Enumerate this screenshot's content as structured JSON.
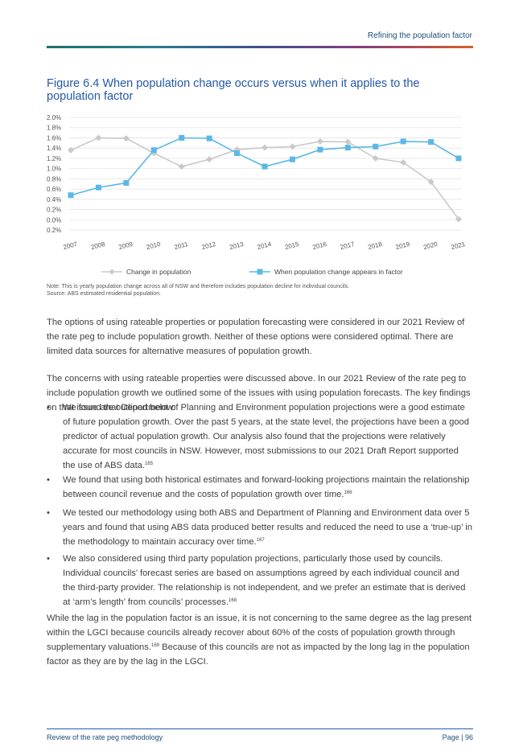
{
  "header": {
    "running_title": "Refining the population factor"
  },
  "figure": {
    "title": "Figure 6.4 When population change occurs versus when it applies to the population factor",
    "note": "Note: This is yearly population change across all of NSW and therefore includes population decline for individual councils.",
    "source": "Source: ABS estimated residential population."
  },
  "chart_data": {
    "type": "line",
    "categories": [
      "2007",
      "2008",
      "2009",
      "2010",
      "2011",
      "2012",
      "2013",
      "2014",
      "2015",
      "2016",
      "2017",
      "2018",
      "2019",
      "2020",
      "2021"
    ],
    "y_tick_labels": [
      "2.0%",
      "1.8%",
      "1.6%",
      "1.4%",
      "1.2%",
      "1.0%",
      "0.8%",
      "0.6%",
      "0.4%",
      "0.2%",
      "0.0%",
      "0.2%"
    ],
    "ylim": [
      -0.2,
      2.0
    ],
    "grid": true,
    "legend_position": "bottom",
    "series": [
      {
        "name": "Change in population",
        "color": "#c9c9c9",
        "values": [
          1.36,
          1.6,
          1.59,
          1.3,
          1.04,
          1.18,
          1.37,
          1.41,
          1.43,
          1.53,
          1.52,
          1.2,
          1.12,
          0.74,
          0.01
        ]
      },
      {
        "name": "When population change appears in factor",
        "color": "#5bb8e6",
        "values": [
          0.48,
          0.63,
          0.72,
          1.36,
          1.6,
          1.59,
          1.3,
          1.04,
          1.18,
          1.37,
          1.41,
          1.43,
          1.53,
          1.52,
          1.2
        ]
      }
    ]
  },
  "body": {
    "p1": "The options of using rateable properties or population forecasting were considered in our 2021 Review of the rate peg to include population growth. Neither of these options were considered optimal. There are limited data sources for alternative measures of population growth.",
    "p2": "The concerns with using rateable properties were discussed above. In our 2021 Review of the rate peg to include population growth we outlined some of the issues with using population forecasts. The key findings on that issue are outlined below:",
    "bullet_symbol": "•",
    "b1": "We found that Department of Planning and Environment population projections were a good estimate of future population growth. Over the past 5 years, at the state level, the projections have been a good predictor of actual population growth. Our analysis also found that the projections were relatively accurate for most councils in NSW. However, most submissions to our 2021 Draft Report supported the use of ABS data.",
    "b1_fn": "165",
    "b2": "We found that using both historical estimates and forward-looking projections maintain the relationship between council revenue and the costs of population growth over time.",
    "b2_fn": "166",
    "b3": "We tested our methodology using both ABS and Department of Planning and Environment data over 5 years and found that using ABS data produced better results and reduced the need to use a ‘true-up’ in the methodology to maintain accuracy over time.",
    "b3_fn": "167",
    "b4": "We also considered using third party population projections, particularly those used by councils. Individual councils’ forecast series are based on assumptions agreed by each individual council and the third-party provider. The relationship is not independent, and we prefer an estimate that is derived at ‘arm’s length’ from councils’ processes.",
    "b4_fn": "168",
    "p3a": "While the lag in the population factor is an issue, it is not concerning to the same degree as the lag present within the LGCI because councils already recover about 60% of the costs of population growth through supplementary valuations.",
    "p3_fn": "169",
    "p3b": " Because of this councils are not as impacted by the long lag in the population factor as they are by the lag in the LGCI."
  },
  "footer": {
    "left": "Review of the rate peg methodology",
    "right": "Page | 96"
  }
}
